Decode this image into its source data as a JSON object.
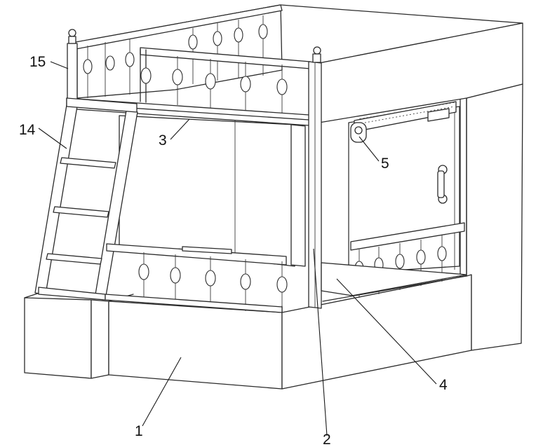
{
  "callouts": [
    {
      "id": "1",
      "label": "1"
    },
    {
      "id": "2",
      "label": "2"
    },
    {
      "id": "3",
      "label": "3"
    },
    {
      "id": "4",
      "label": "4"
    },
    {
      "id": "5",
      "label": "5"
    },
    {
      "id": "14",
      "label": "14"
    },
    {
      "id": "15",
      "label": "15"
    }
  ],
  "colors": {
    "line": "#2b2b2b",
    "background": "#ffffff"
  }
}
